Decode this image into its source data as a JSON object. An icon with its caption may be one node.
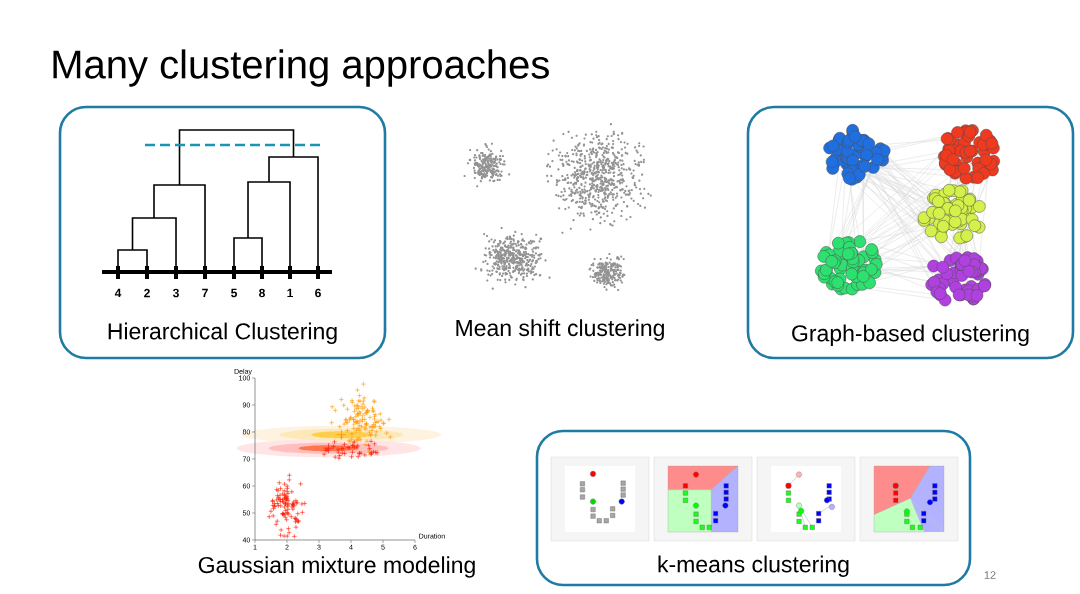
{
  "diagram": {
    "title": "Many clustering approaches",
    "nodes": [
      {
        "text": [
          "Hierarchical Clustering"
        ]
      },
      {
        "text": [
          "Graph-based clustering"
        ]
      },
      {
        "text": [
          "k-means clustering"
        ]
      }
    ],
    "labels": [
      "4",
      "2",
      "3",
      "7",
      "5",
      "8",
      "1",
      "6",
      "Mean shift clustering",
      "Delay",
      "100",
      "90",
      "80",
      "70",
      "60",
      "50",
      "40",
      "1",
      "2",
      "3",
      "4",
      "5",
      "6",
      "Duration",
      "Gaussian mixture modeling",
      "12"
    ]
  }
}
